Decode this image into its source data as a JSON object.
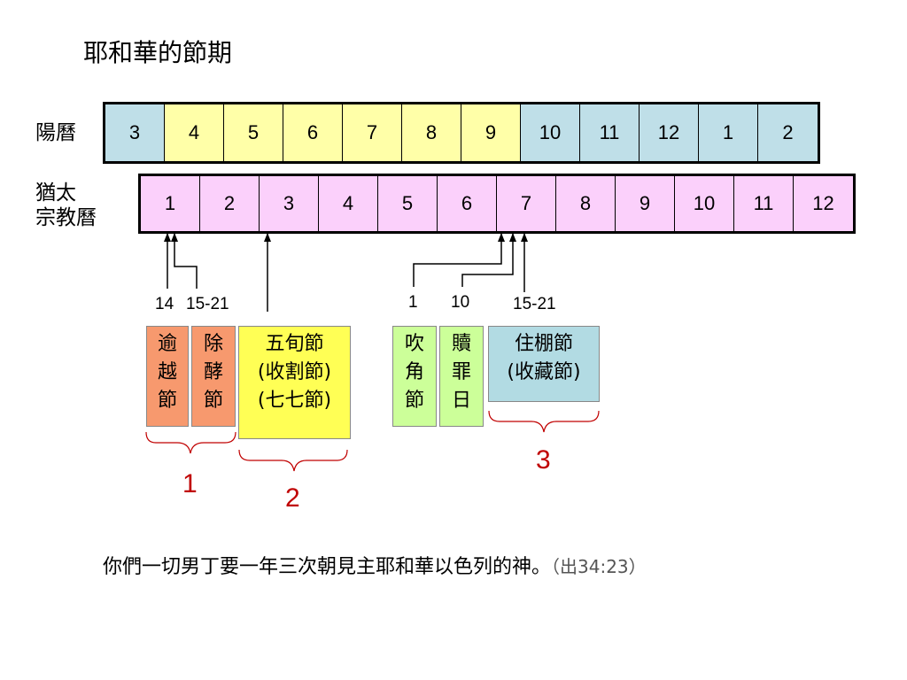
{
  "title": "耶和華的節期",
  "gregorian": {
    "label": "陽曆",
    "months": [
      "3",
      "4",
      "5",
      "6",
      "7",
      "8",
      "9",
      "10",
      "11",
      "12",
      "1",
      "2"
    ]
  },
  "jewish": {
    "label_line1": "猶太",
    "label_line2": "宗教曆",
    "months": [
      "1",
      "2",
      "3",
      "4",
      "5",
      "6",
      "7",
      "8",
      "9",
      "10",
      "11",
      "12"
    ]
  },
  "day_labels": {
    "passover_day": "14",
    "unleavened_days": "15-21",
    "trumpets_day": "1",
    "atonement_day": "10",
    "tabernacles_days": "15-21"
  },
  "feasts": {
    "passover": "逾越節",
    "unleavened": "除酵節",
    "pentecost_line1": "五旬節",
    "pentecost_line2": "(收割節)",
    "pentecost_line3": "(七七節)",
    "trumpets": "吹角節",
    "atonement": "贖罪日",
    "tabernacles_line1": "住棚節",
    "tabernacles_line2": "(收藏節)"
  },
  "groups": [
    "1",
    "2",
    "3"
  ],
  "verse": {
    "text": "你們一切男丁要一年三次朝見主耶和華以色列的神。",
    "ref": "（出34:23）"
  },
  "colors": {
    "gregorian_spring": "#bfdfe8",
    "gregorian_summer": "#ffffa8",
    "jewish_months": "#fbd0fb",
    "spring_feasts": "#f7996e",
    "pentecost": "#ffff55",
    "autumn_feasts": "#ccff99",
    "tabernacles": "#b2dbe3",
    "group_numbers": "#c00000"
  }
}
